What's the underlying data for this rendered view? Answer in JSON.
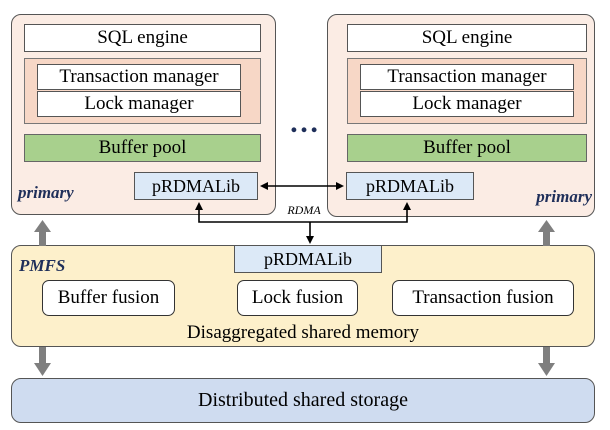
{
  "primary_left": {
    "sql_engine": "SQL engine",
    "transaction_manager": "Transaction manager",
    "lock_manager": "Lock manager",
    "buffer_pool": "Buffer pool",
    "rdma_lib": "pRDMALib",
    "label": "primary"
  },
  "primary_right": {
    "sql_engine": "SQL engine",
    "transaction_manager": "Transaction manager",
    "lock_manager": "Lock manager",
    "buffer_pool": "Buffer pool",
    "rdma_lib": "pRDMALib",
    "label": "primary"
  },
  "ellipsis": "…",
  "rdma_label": "RDMA",
  "pmfs": {
    "label": "PMFS",
    "rdma_lib": "pRDMALib",
    "buffer_fusion": "Buffer fusion",
    "lock_fusion": "Lock fusion",
    "transaction_fusion": "Transaction fusion",
    "caption": "Disaggregated shared memory"
  },
  "storage": {
    "label": "Distributed shared storage"
  },
  "colors": {
    "primary_bg": "#fbece4",
    "manager_group_bg": "#f7d7c6",
    "buffer_pool_bg": "#a8d08d",
    "rdma_lib_bg": "#dce9f7",
    "pmfs_bg": "#fdf0cb",
    "storage_bg": "#cfdcf0",
    "label_color": "#1f2f5a",
    "arrow_gray": "#7f7f7f"
  }
}
